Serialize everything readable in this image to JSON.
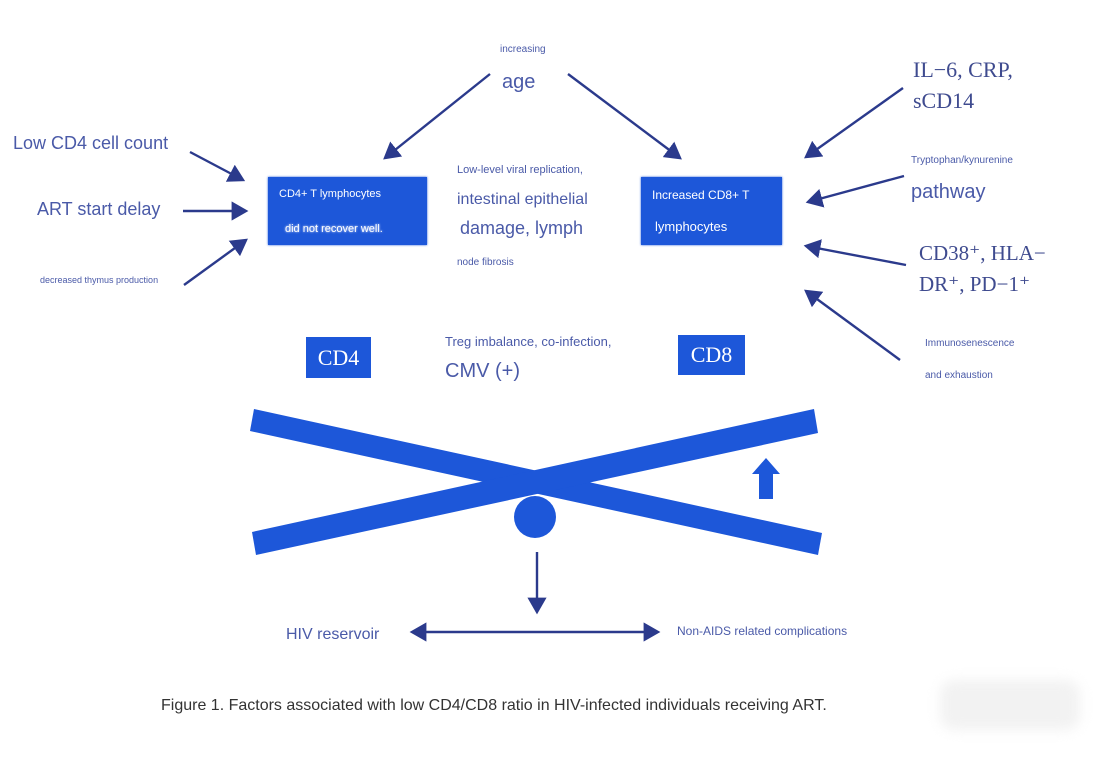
{
  "colors": {
    "text_blue": "#4a5aa8",
    "box_blue": "#1d57d9",
    "arrow": "#2b3a8c",
    "caption": "#333333"
  },
  "top": {
    "increasing": "increasing",
    "age": "age"
  },
  "left": {
    "low_cd4": "Low CD4 cell count",
    "art_delay": "ART start delay",
    "thymus": "decreased thymus production"
  },
  "cd4_box": {
    "line1": "CD4+ T lymphocytes",
    "line2": "did not recover well."
  },
  "cd8_box": {
    "line1": "Increased CD8+ T",
    "line2": "lymphocytes"
  },
  "middle": {
    "viral": "Low-level viral replication,",
    "intestinal": "intestinal epithelial",
    "damage": "damage, lymph",
    "node": "node fibrosis",
    "treg": "Treg imbalance, co-infection,",
    "cmv": "CMV (+)"
  },
  "right": {
    "il6": "IL−6, CRP,",
    "scd14": "sCD14",
    "tryptophan": "Tryptophan/kynurenine",
    "pathway": "pathway",
    "cd38": "CD38⁺, HLA−",
    "dr": "DR⁺, PD−1⁺",
    "immuno": "Immunosenescence",
    "exhaustion": "and exhaustion"
  },
  "labels": {
    "cd4": "CD4",
    "cd8": "CD8"
  },
  "bottom": {
    "hiv_reservoir": "HIV reservoir",
    "non_aids": "Non-AIDS related complications"
  },
  "caption": "Figure 1. Factors associated with low CD4/CD8 ratio in HIV-infected individuals receiving ART."
}
